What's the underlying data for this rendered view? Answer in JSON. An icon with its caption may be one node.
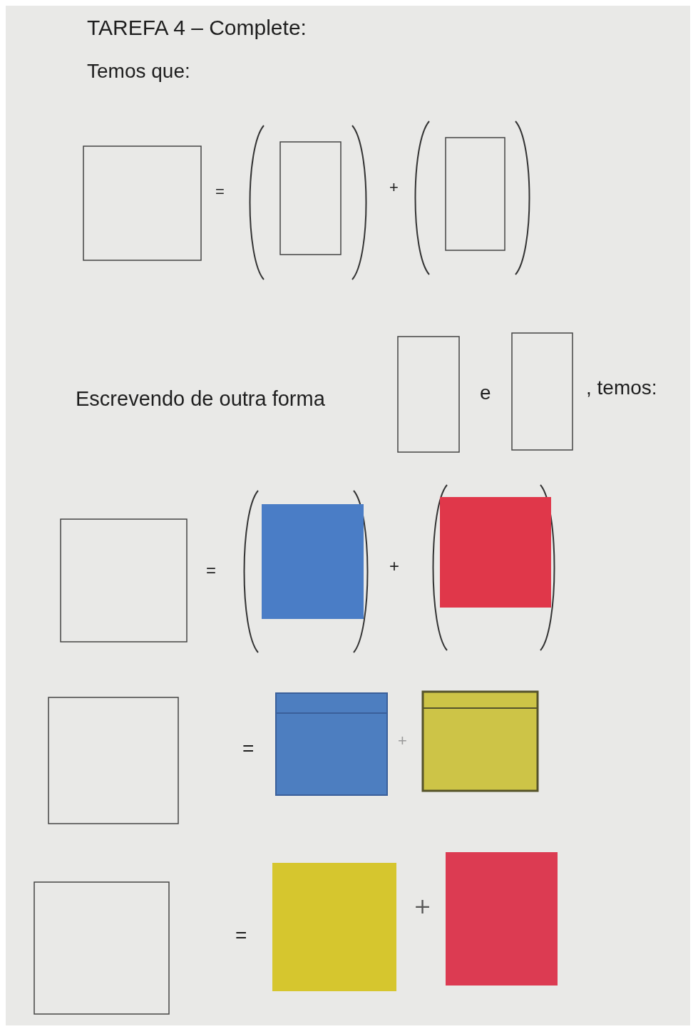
{
  "diagram": {
    "nodes": [
      {
        "text": [],
        "shape": "box"
      },
      {
        "text": [],
        "shape": "box"
      },
      {
        "text": [],
        "shape": "box"
      },
      {
        "text": [],
        "shape": "box"
      },
      {
        "text": [],
        "shape": "box"
      },
      {
        "text": [],
        "shape": "box"
      },
      {
        "text": [],
        "shape": "box"
      },
      {
        "text": [],
        "shape": "box"
      },
      {
        "text": [],
        "shape": "box"
      },
      {
        "text": [],
        "shape": "box"
      },
      {
        "text": [],
        "shape": "box"
      },
      {
        "text": [],
        "shape": "box"
      },
      {
        "text": [],
        "shape": "box"
      },
      {
        "text": [],
        "shape": "box"
      }
    ],
    "labels": [
      "TAREFA 4 – Complete:",
      "Temos que:",
      "=",
      "+",
      "Escrevendo de outra forma",
      "e",
      ", temos:",
      "=",
      "+",
      "=",
      "+",
      "=",
      "+"
    ]
  }
}
